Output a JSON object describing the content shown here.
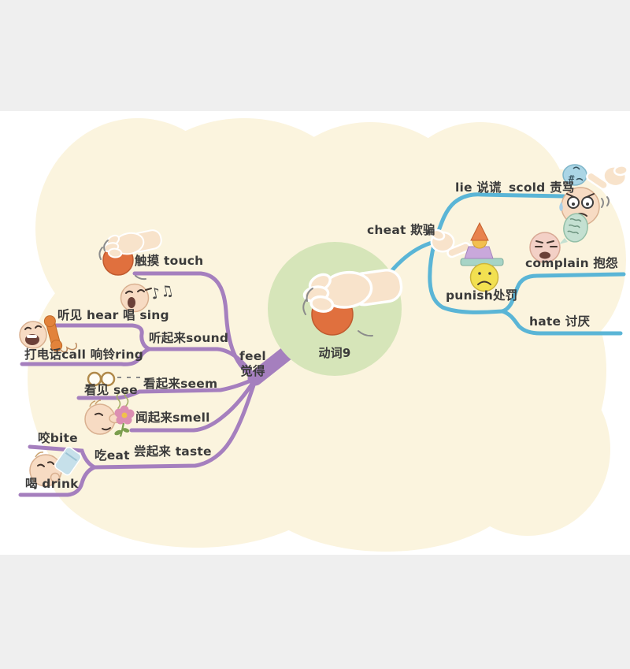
{
  "colors": {
    "page-bg": "#efefef",
    "photo-bg": "#ffffff",
    "blob": "#fbf4de",
    "branch-purple": "#a57fbe",
    "branch-blue": "#5ab5d6",
    "center-green": "#d6e5b9",
    "ball-orange": "#e0703e",
    "skin": "#f8e3cb",
    "face-peach": "#f7dbc3",
    "sad-face-yellow": "#f2e051",
    "text": "#3a3a3a"
  },
  "mindmap": {
    "root": {
      "label": "动词9",
      "icon": "hand-touching-ball-icon"
    },
    "feel_branch": {
      "en": "feel",
      "zh": "觉得",
      "nodes": {
        "touch": "触摸 touch",
        "sound": "听起来sound",
        "hear_sing": "听见 hear 唱 sing",
        "call_ring": "打电话call 响铃ring",
        "seem": "看起来seem",
        "see": "看见 see",
        "smell": "闻起来smell",
        "taste": "尝起来 taste",
        "eat": "吃eat",
        "bite": "咬bite",
        "drink": "喝 drink"
      }
    },
    "action_branch": {
      "nodes": {
        "cheat": "cheat 欺骗",
        "lie": "lie 说谎",
        "scold": "scold 责骂",
        "punish": "punish处罚",
        "complain": "complain 抱怨",
        "hate": "hate 讨厌"
      }
    }
  },
  "icons": [
    "hand-touching-ball-icon",
    "singing-face-icon",
    "phone-call-face-icon",
    "glasses-icon",
    "smell-baby-flower-icon",
    "drink-baby-icon",
    "pointing-hand-icon",
    "punished-sad-face-icon",
    "swearing-bubble-icon",
    "scolded-face-icon",
    "complaining-face-icon",
    "complaint-bubble-icon"
  ]
}
